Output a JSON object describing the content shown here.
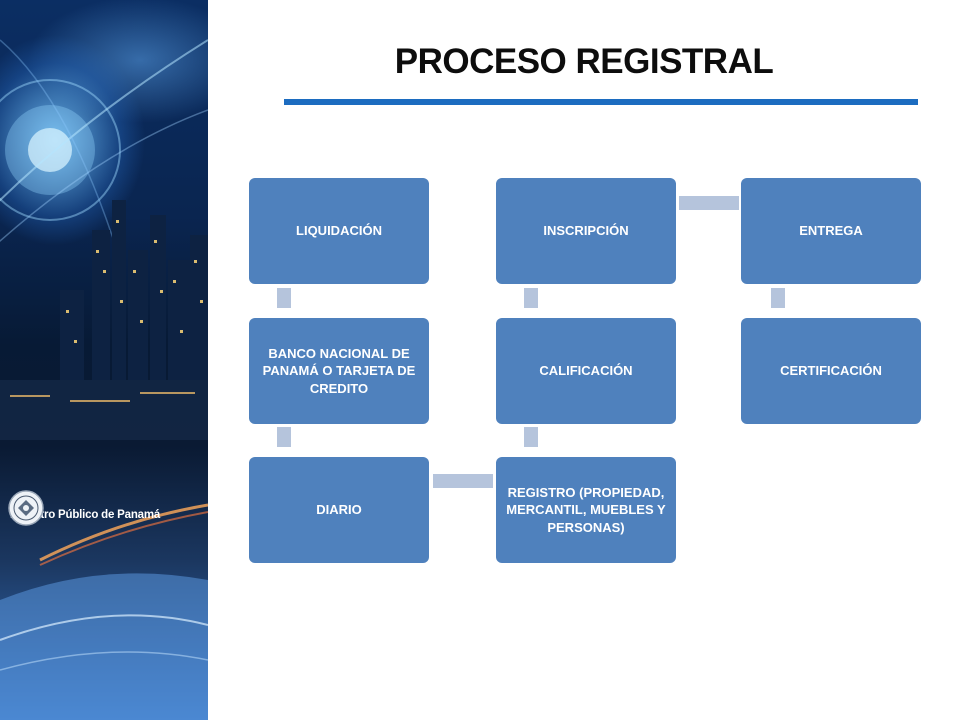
{
  "title": "PROCESO REGISTRAL",
  "brand": {
    "name": "Registro Público de Panamá"
  },
  "colors": {
    "accent_rule": "#1c6cc0",
    "box_fill": "#4f81bd",
    "connector": "#b5c4dc",
    "box_text": "#ffffff"
  },
  "steps": {
    "liquidacion": "LIQUIDACIÓN",
    "banco": "BANCO NACIONAL DE PANAMÁ O TARJETA DE CREDITO",
    "diario": "DIARIO",
    "registro": "REGISTRO (PROPIEDAD, MERCANTIL, MUEBLES Y PERSONAS)",
    "calificacion": "CALIFICACIÓN",
    "inscripcion": "INSCRIPCIÓN",
    "entrega": "ENTREGA",
    "certificacion": "CERTIFICACIÓN"
  },
  "flow_order": [
    "liquidacion",
    "banco",
    "diario",
    "registro",
    "calificacion",
    "inscripcion",
    "entrega",
    "certificacion"
  ]
}
